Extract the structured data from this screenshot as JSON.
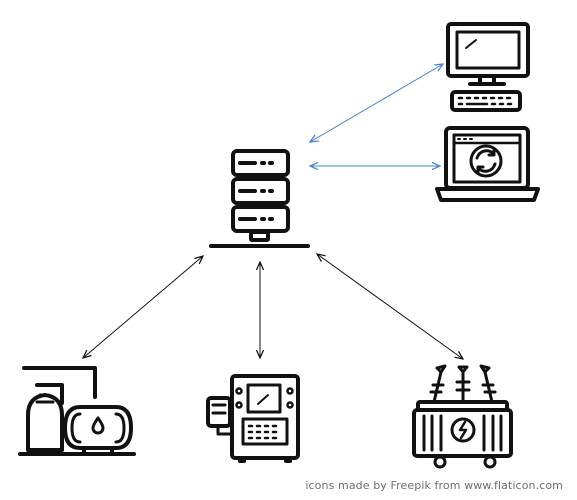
{
  "credit": {
    "text": "icons made by Freepik from www.flaticon.com"
  },
  "colors": {
    "icon_stroke": "#111111",
    "link_blue": "#4a83c6",
    "link_black": "#111111",
    "background": "#ffffff"
  },
  "nodes": [
    {
      "id": "server",
      "icon": "server-rack-icon"
    },
    {
      "id": "desktop",
      "icon": "desktop-computer-icon"
    },
    {
      "id": "laptop",
      "icon": "laptop-sync-icon"
    },
    {
      "id": "tank",
      "icon": "storage-tank-icon"
    },
    {
      "id": "controller",
      "icon": "control-panel-icon"
    },
    {
      "id": "transformer",
      "icon": "power-transformer-icon"
    }
  ],
  "links": [
    {
      "from": "server",
      "to": "desktop",
      "color": "blue",
      "bidirectional": true
    },
    {
      "from": "server",
      "to": "laptop",
      "color": "blue",
      "bidirectional": true
    },
    {
      "from": "server",
      "to": "tank",
      "color": "black",
      "bidirectional": true
    },
    {
      "from": "server",
      "to": "controller",
      "color": "black",
      "bidirectional": true
    },
    {
      "from": "server",
      "to": "transformer",
      "color": "black",
      "bidirectional": true
    }
  ]
}
